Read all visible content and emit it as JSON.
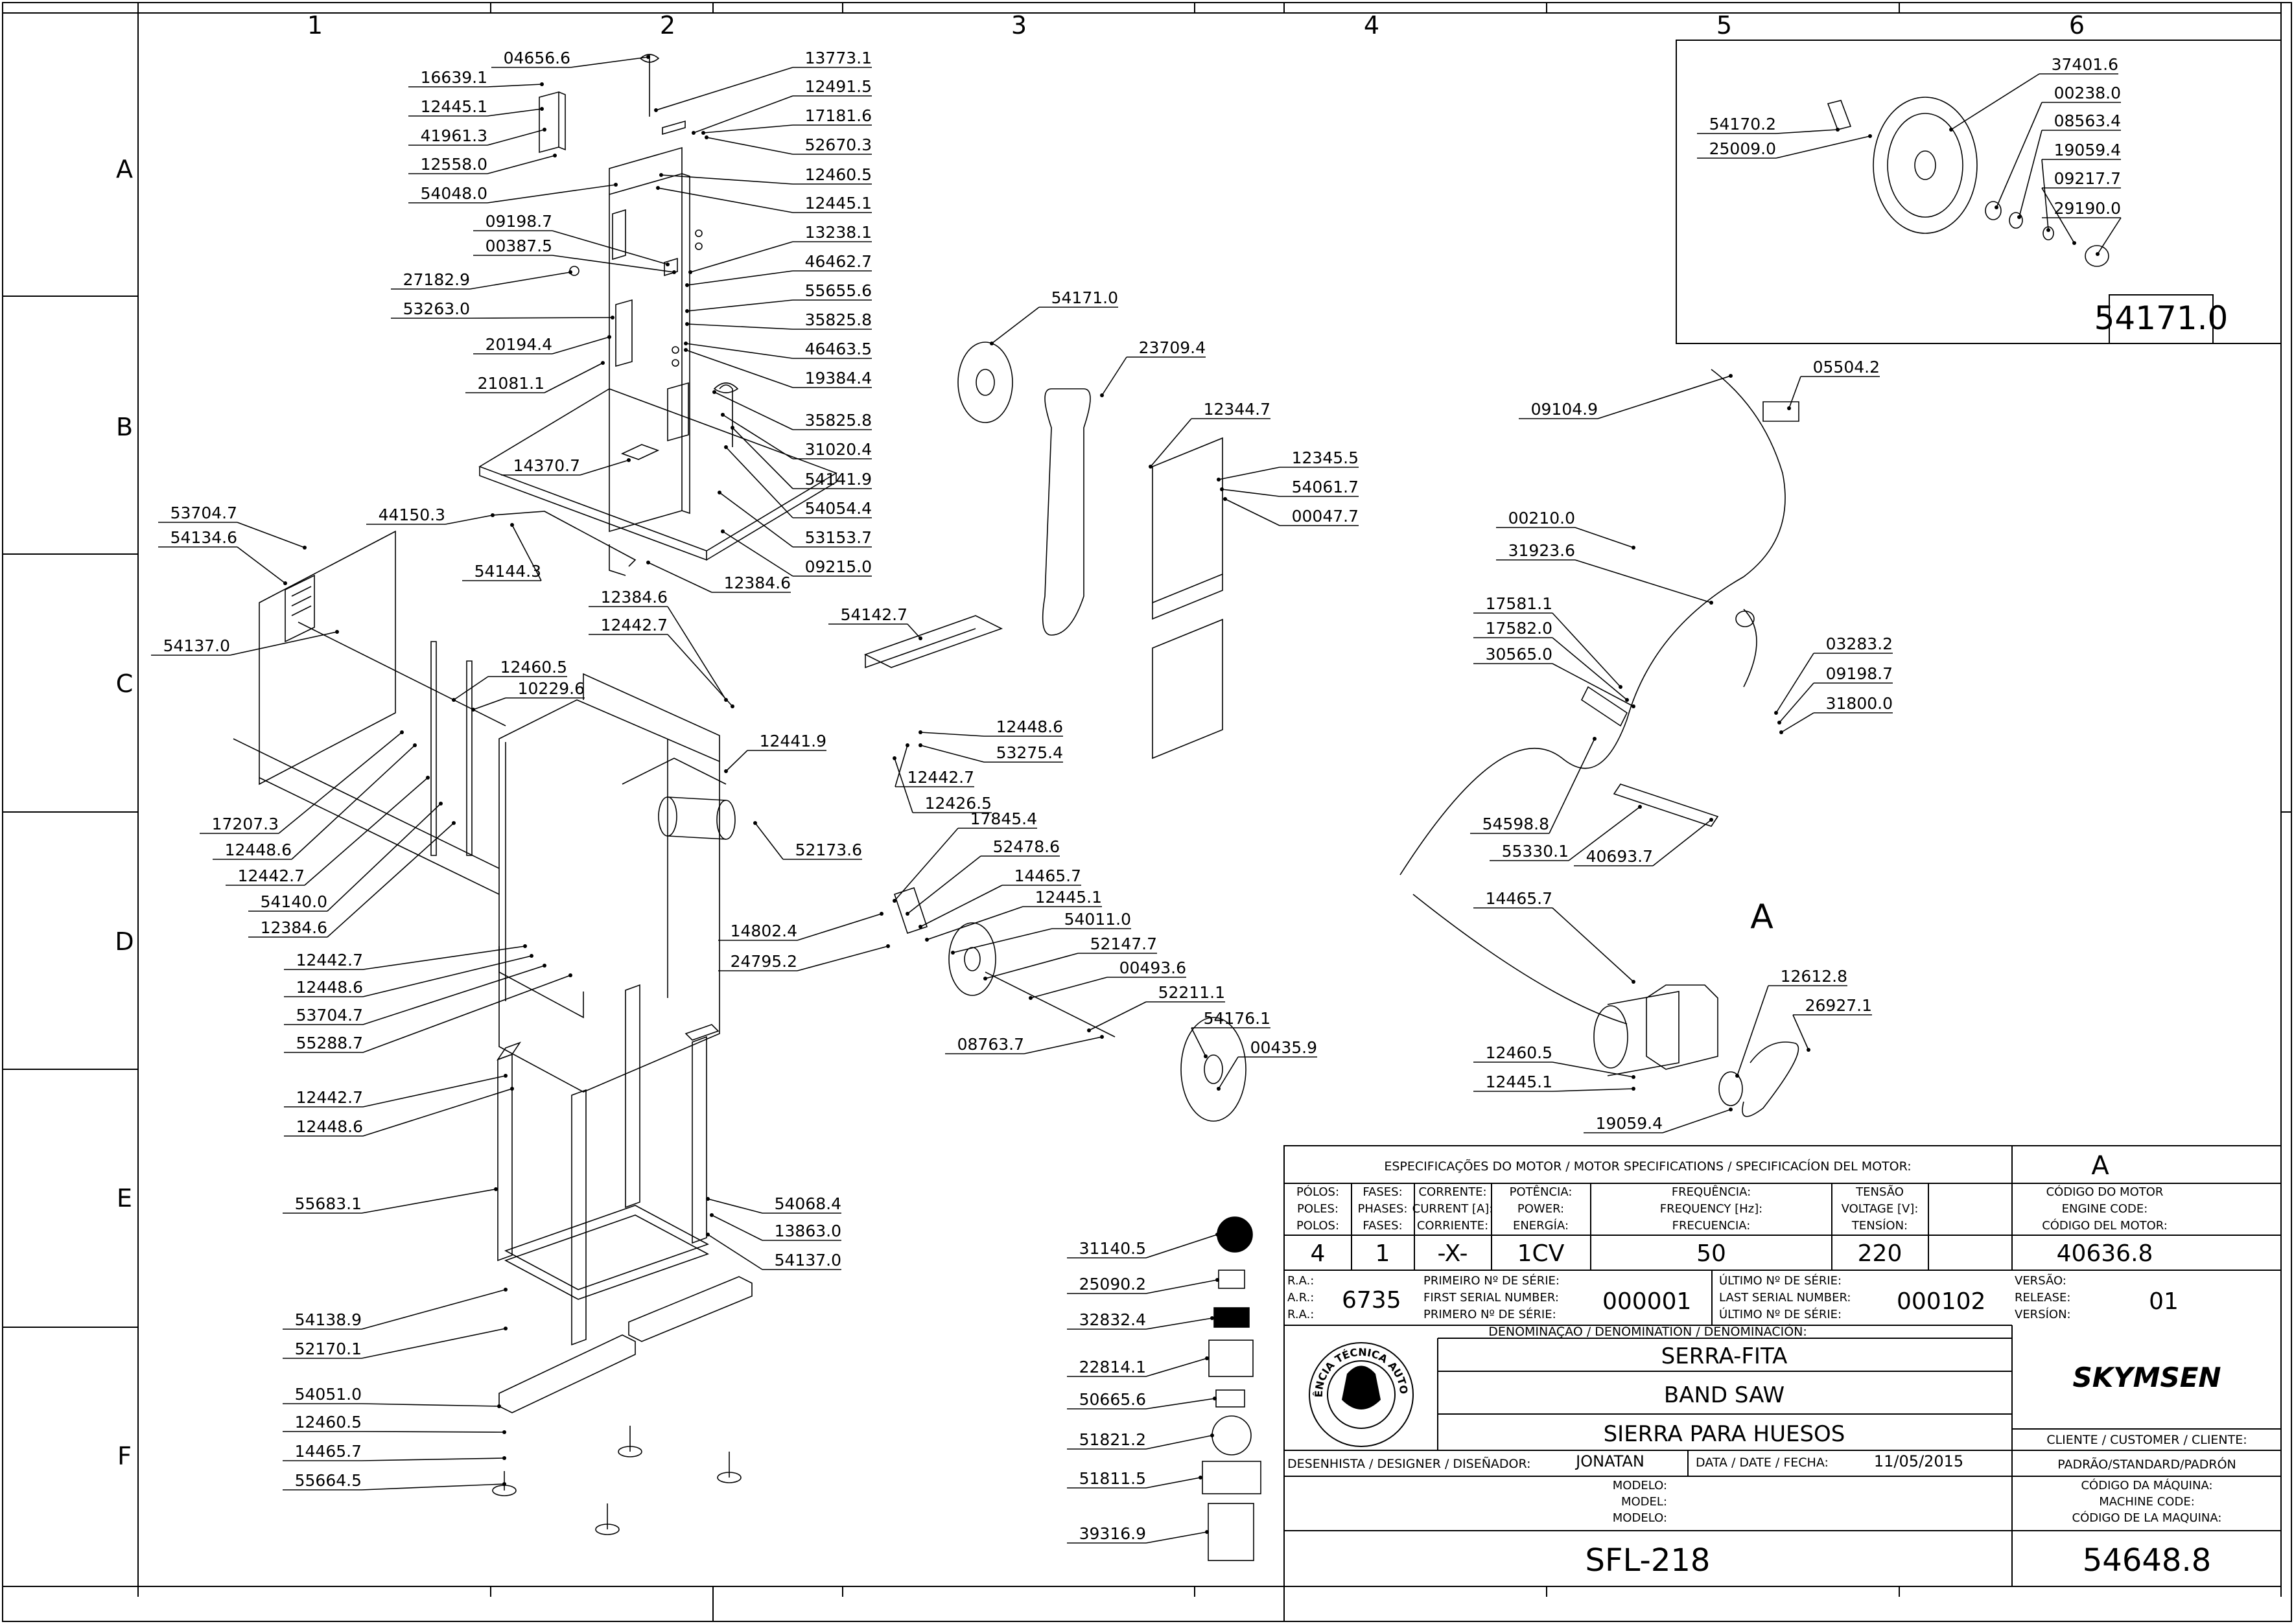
{
  "zones": {
    "columns": [
      "1",
      "2",
      "3",
      "4",
      "5",
      "6"
    ],
    "rows": [
      "A",
      "B",
      "C",
      "D",
      "E",
      "F"
    ]
  },
  "callouts": {
    "head": [
      "04656.6",
      "16639.1",
      "12445.1",
      "41961.3",
      "12558.0",
      "54048.0",
      "13773.1",
      "12491.5",
      "17181.6",
      "52670.3",
      "12460.5",
      "12445.1",
      "09198.7",
      "00387.5",
      "27182.9",
      "53263.0",
      "20194.4",
      "21081.1",
      "13238.1",
      "46462.7",
      "55655.6",
      "35825.8",
      "46463.5",
      "19384.4",
      "35825.8",
      "31020.4",
      "54141.9",
      "54054.4",
      "53153.7",
      "09215.0",
      "14370.7",
      "12384.6",
      "44150.3",
      "54144.3"
    ],
    "body": [
      "53704.7",
      "54134.6",
      "54137.0",
      "12384.6",
      "12442.7",
      "12460.5",
      "10229.6",
      "12441.9",
      "52173.6",
      "17207.3",
      "12448.6",
      "12442.7",
      "54140.0",
      "12384.6",
      "12442.7",
      "12448.6",
      "53704.7",
      "55288.7"
    ],
    "stand": [
      "12442.7",
      "12448.6",
      "55683.1",
      "54068.4",
      "13863.0",
      "54137.0",
      "54138.9",
      "52170.1",
      "54051.0",
      "12460.5",
      "14465.7",
      "55664.5"
    ],
    "center": [
      "54171.0",
      "23709.4",
      "12344.7",
      "12345.5",
      "54061.7",
      "00047.7",
      "54142.7",
      "12448.6",
      "53275.4",
      "12442.7",
      "12426.5",
      "17845.4",
      "52478.6",
      "14465.7",
      "12445.1",
      "54011.0",
      "52147.7",
      "00493.6",
      "52211.1",
      "54176.1",
      "00435.9",
      "14802.4",
      "24795.2",
      "08763.7"
    ],
    "labels_column": [
      "31140.5",
      "25090.2",
      "32832.4",
      "22814.1",
      "50665.6",
      "51821.2",
      "51811.5",
      "39316.9"
    ],
    "motor": [
      "09104.9",
      "05504.2",
      "00210.0",
      "31923.6",
      "17581.1",
      "17582.0",
      "30565.0",
      "03283.2",
      "09198.7",
      "31800.0",
      "54598.8",
      "55330.1",
      "40693.7",
      "14465.7",
      "12612.8",
      "26927.1",
      "12460.5",
      "12445.1",
      "19059.4"
    ],
    "motor_letter": "A",
    "detail": [
      "54170.2",
      "25009.0",
      "37401.6",
      "00238.0",
      "08563.4",
      "19059.4",
      "09217.7",
      "29190.0"
    ],
    "detail_code": "54171.0"
  },
  "title_block": {
    "motor_spec_header": "ESPECIFICAÇÕES DO MOTOR / MOTOR SPECIFICATIONS / SPECIFICACÍON DEL MOTOR:",
    "motor_letter": "A",
    "spec_headers": [
      [
        "PÓLOS:",
        "POLES:",
        "POLOS:"
      ],
      [
        "FASES:",
        "PHASES:",
        "FASES:"
      ],
      [
        "CORRENTE:",
        "CURRENT [A]:",
        "CORRIENTE:"
      ],
      [
        "POTÊNCIA:",
        "POWER:",
        "ENERGÍA:"
      ],
      [
        "FREQUÊNCIA:",
        "FREQUENCY [Hz]:",
        "FRECUENCIA:"
      ],
      [
        "TENSÃO",
        "VOLTAGE [V]:",
        "TENSÍON:"
      ],
      [
        "CÓDIGO DO MOTOR",
        "ENGINE CODE:",
        "CÓDIGO DEL MOTOR:"
      ]
    ],
    "spec_values": [
      "4",
      "1",
      "-X-",
      "1CV",
      "50",
      "220",
      "40636.8"
    ],
    "ra_labels": [
      "R.A.:",
      "A.R.:",
      "R.A.:"
    ],
    "ra_value": "6735",
    "first_serial_labels": [
      "PRIMEIRO Nº DE SÉRIE:",
      "FIRST SERIAL NUMBER:",
      "PRIMERO Nº DE SÉRIE:"
    ],
    "first_serial": "000001",
    "last_serial_labels": [
      "ÚLTIMO Nº DE SÉRIE:",
      "LAST SERIAL NUMBER:",
      "ÚLTIMO Nº DE SÉRIE:"
    ],
    "last_serial": "000102",
    "version_labels": [
      "VERSÃO:",
      "RELEASE:",
      "VERSÍON:"
    ],
    "version": "01",
    "denomination_header": "DENOMINAÇÃO / DENOMINATION / DENOMINACIÓN:",
    "names": [
      "SERRA-FITA",
      "BAND SAW",
      "SIERRA PARA HUESOS"
    ],
    "seal_text": "ASSISTÊNCIA TÉCNICA AUTORIZADA",
    "brand": "SKYMSEN",
    "client_label": "CLIENTE / CUSTOMER / CLIENTE:",
    "client_value": "PADRÃO/STANDARD/PADRÓN",
    "designer_label": "DESENHISTA / DESIGNER / DISEÑADOR:",
    "designer": "JONATAN",
    "date_label": "DATA / DATE / FECHA:",
    "date": "11/05/2015",
    "model_labels": [
      "MODELO:",
      "MODEL:",
      "MODELO:"
    ],
    "model": "SFL-218",
    "machine_code_labels": [
      "CÓDIGO DA MÁQUINA:",
      "MACHINE CODE:",
      "CÓDIGO DE LA MAQUINA:"
    ],
    "machine_code": "54648.8"
  }
}
